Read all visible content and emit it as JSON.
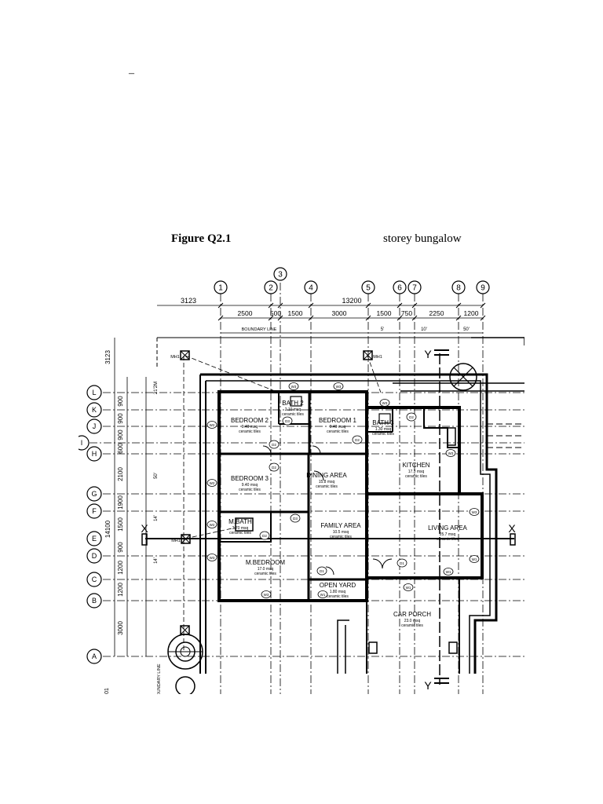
{
  "page": {
    "dash": "–",
    "caption_title": "Figure Q2.1",
    "caption_sub": "storey bungalow"
  },
  "plan": {
    "grid_columns": [
      "1",
      "2",
      "3",
      "4",
      "5",
      "6",
      "7",
      "8",
      "9"
    ],
    "grid_rows": [
      "L",
      "K",
      "J",
      "I",
      "H",
      "G",
      "F",
      "E",
      "D",
      "C",
      "B",
      "A"
    ],
    "top_overall_dims": [
      "3123",
      "13200"
    ],
    "top_dims": [
      "2500",
      "500",
      "1500",
      "3000",
      "1500",
      "750",
      "2250",
      "1200"
    ],
    "boundary_label": "BOUNDARY LINE",
    "boundary_side_label": "OUNDARY LINE",
    "imperial_dims": [
      "5'",
      "10'",
      "50'"
    ],
    "side_dims": [
      "3123",
      "900",
      "900",
      "900",
      "600",
      "2100",
      "1900",
      "1500",
      "900",
      "1200",
      "1200",
      "3000"
    ],
    "side_overall": "14100",
    "side_feet": [
      "21'2M",
      "50'",
      "14'",
      "14'"
    ],
    "bottom_cut": "01",
    "section_marks": [
      "X",
      "X",
      "Y",
      "Y"
    ],
    "manholes": [
      "MH1",
      "MH1",
      "MH1"
    ],
    "rooms": [
      {
        "name": "BEDROOM 2",
        "area": "9.40 msq",
        "finish": "ceramic tiles"
      },
      {
        "name": "BATH 2",
        "area": "2.10 msq",
        "finish": "ceramic tiles"
      },
      {
        "name": "BEDROOM 1",
        "area": "9.40 msq",
        "finish": "ceramic tiles"
      },
      {
        "name": "BATH 3",
        "area": "1.30 msq",
        "finish": "ceramic tiles"
      },
      {
        "name": "KITCHEN",
        "area": "17.3 msq",
        "finish": "ceramic tiles"
      },
      {
        "name": "BEDROOM 3",
        "area": "9.40 msq",
        "finish": "ceramic tiles"
      },
      {
        "name": "DINING AREA",
        "area": "15.8 msq",
        "finish": "ceramic tiles"
      },
      {
        "name": "M.BATH",
        "area": "3.70 msq",
        "finish": "ceramic tiles"
      },
      {
        "name": "FAMILY AREA",
        "area": "10.5 msq",
        "finish": "ceramic tiles"
      },
      {
        "name": "LIVING AREA",
        "area": "25.7 msq",
        "finish": "ceramic tiles"
      },
      {
        "name": "M.BEDROOM",
        "area": "17.0 msq",
        "finish": "ceramic tiles"
      },
      {
        "name": "OPEN YARD",
        "area": "1.80 msq",
        "finish": "ceramic tiles"
      },
      {
        "name": "CAR PORCH",
        "area": "23.0 msq",
        "finish": "ceramic tiles"
      }
    ],
    "window_tags": [
      "W3",
      "W3",
      "W2",
      "W2",
      "W2",
      "W3",
      "W3",
      "W3",
      "W3",
      "W3",
      "W1",
      "W1",
      "W1",
      "W1"
    ],
    "door_tags": [
      "D3",
      "D2",
      "D2",
      "D2",
      "D3",
      "D1",
      "D1",
      "D2",
      "D2"
    ]
  }
}
